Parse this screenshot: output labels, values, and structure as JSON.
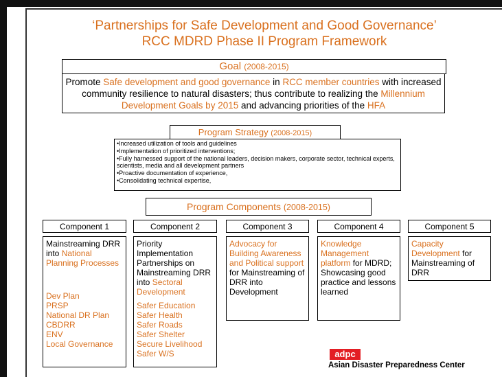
{
  "title_line1": "‘Partnerships for Safe Development and Good Governance’",
  "title_line2": "RCC MDRD Phase II Program Framework",
  "goal": {
    "heading": "Goal",
    "period": "(2008-2015)",
    "t1": "Promote ",
    "h1": "Safe development and good governance",
    "t2": " in ",
    "h2": "RCC member countries",
    "t3": " with increased community resilience to natural disasters; thus contribute to realizing the ",
    "h3": "Millennium Development Goals by 2015",
    "t4": " and advancing priorities of the ",
    "h4": "HFA"
  },
  "strategy": {
    "heading": "Program Strategy",
    "period": "(2008-2015)",
    "items": [
      "•Increased utilization of tools and guidelines",
      "•Implementation of prioritized interventions;",
      "•Fully harnessed support of the national leaders, decision makers,  corporate sector, technical experts, scientists, media and all development partners",
      "•Proactive documentation of experience,",
      "•Consolidating technical expertise,"
    ]
  },
  "components_heading": "Program Components",
  "components_period": "(2008-2015)",
  "components": {
    "c1": {
      "title": "Component 1",
      "t1": "Mainstreaming DRR into ",
      "h1": "National Planning Processes",
      "list": [
        "Dev Plan",
        "PRSP",
        "National DR Plan",
        "CBDRR",
        "ENV",
        "Local Governance"
      ]
    },
    "c2": {
      "title": "Component 2",
      "t1": "Priority Implementation Partnerships on Mainstreaming DRR into ",
      "h1": "Sectoral Development",
      "list": [
        "Safer Education",
        "Safer Health",
        "Safer Roads",
        "Safer Shelter",
        "Secure Livelihood",
        "Safer W/S"
      ]
    },
    "c3": {
      "title": "Component 3",
      "h1": "Advocacy for Building Awareness and Political support",
      "t1": " for Mainstreaming of DRR into Development"
    },
    "c4": {
      "title": "Component 4",
      "h1": "Knowledge Management platform",
      "t1": " for MDRD; Showcasing good practice and lessons learned"
    },
    "c5": {
      "title": "Component 5",
      "h1": "Capacity Development",
      "t1": " for Mainstreaming of DRR"
    }
  },
  "logo": {
    "mark": "adpc",
    "name": "Asian Disaster Preparedness Center",
    "color": "#e31e24"
  },
  "accent_color": "#d9701e"
}
